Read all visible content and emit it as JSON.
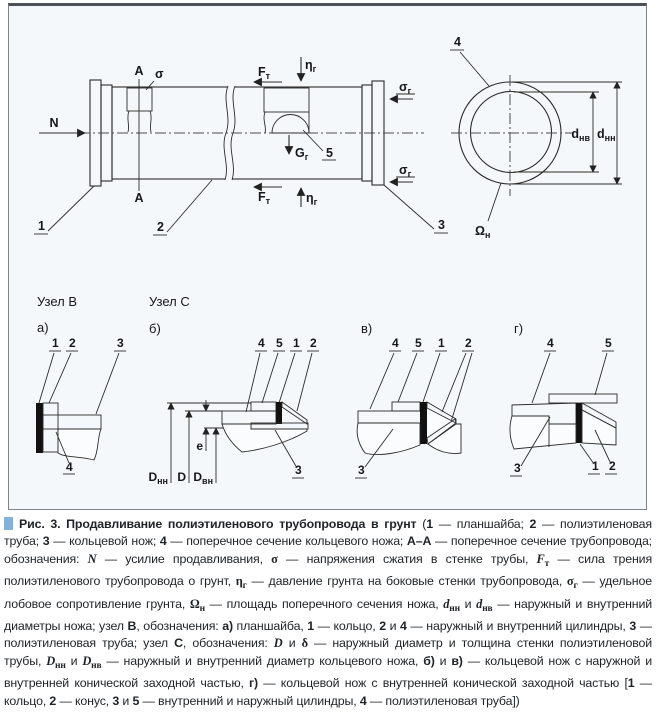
{
  "colors": {
    "panel_bg": "#f5f8fa",
    "pipe_fill": "#e4ebf1",
    "plate_fill": "#edf3f8",
    "ring_hatch_bg": "#d8e6f0",
    "inner_circle": "#e9e9e9",
    "caption_marker": "#7fb3d9",
    "line": "#2b2b2b"
  },
  "diagram": {
    "main": {
      "n_force": "N",
      "section_top": "A",
      "section_bottom": "A",
      "sigma": "σ",
      "ft_top": {
        "m": "F",
        "s": "т"
      },
      "ft_bottom": {
        "m": "F",
        "s": "т"
      },
      "eta_top": {
        "m": "η",
        "s": "г"
      },
      "eta_bottom": {
        "m": "η",
        "s": "г"
      },
      "sigma_g_top": {
        "m": "σ",
        "s": "г"
      },
      "sigma_g_bottom": {
        "m": "σ",
        "s": "г"
      },
      "g_soil": {
        "m": "G",
        "s": "г"
      },
      "item1": "1",
      "item2": "2",
      "item3": "3",
      "item5": "5"
    },
    "section": {
      "item4": "4",
      "d_inner": {
        "m": "d",
        "s": "нв"
      },
      "d_outer": {
        "m": "d",
        "s": "нн"
      },
      "omega": {
        "m": "Ω",
        "s": "н"
      }
    },
    "details": {
      "node_b": "Узел B",
      "node_c": "Узел C",
      "a_lbl": "а)",
      "b_lbl": "б)",
      "v_lbl": "в)",
      "g_lbl": "г)",
      "a": {
        "i1": "1",
        "i2": "2",
        "i3": "3",
        "i4": "4"
      },
      "b": {
        "i4": "4",
        "i5": "5",
        "i1": "1",
        "i2": "2",
        "i3": "3",
        "e": "e",
        "d_nn": {
          "m": "D",
          "s": "нн"
        },
        "d": "D",
        "d_vn": {
          "m": "D",
          "s": "вн"
        }
      },
      "v": {
        "i4": "4",
        "i5": "5",
        "i1": "1",
        "i2": "2",
        "i3": "3"
      },
      "g": {
        "i4": "4",
        "i5": "5",
        "i3": "3",
        "i1": "1",
        "i2": "2"
      }
    }
  },
  "caption": {
    "runs": [
      {
        "t": "Рис. 3. Продавливание полиэтиленового трубопровода в грунт",
        "b": 1
      },
      {
        "t": " ("
      },
      {
        "t": "1",
        "b": 1
      },
      {
        "t": " — планшайба; "
      },
      {
        "t": "2",
        "b": 1
      },
      {
        "t": " — полиэтиленовая труба; "
      },
      {
        "t": "3",
        "b": 1
      },
      {
        "t": " — кольцевой нож; "
      },
      {
        "t": "4",
        "b": 1
      },
      {
        "t": " — поперечное сечение кольцевого ножа; "
      },
      {
        "t": "А–А",
        "b": 1
      },
      {
        "t": " — поперечное сечение трубопровода; обозначения: "
      },
      {
        "t": "N",
        "l": 1
      },
      {
        "t": " — усилие продавливания, "
      },
      {
        "t": "σ",
        "g": 1
      },
      {
        "t": " — напряжения сжатия в стенке трубы, "
      },
      {
        "t": "F",
        "l": 1
      },
      {
        "t": "т",
        "sub": 1
      },
      {
        "t": " — сила трения полиэтиленового трубопровода о грунт, "
      },
      {
        "t": "η",
        "g": 1
      },
      {
        "t": "г",
        "sub": 1
      },
      {
        "t": " — давление грунта на боковые стенки трубопровода, "
      },
      {
        "t": "σ",
        "g": 1
      },
      {
        "t": "г",
        "sub": 1
      },
      {
        "t": " — удельное лобовое сопротивление грунта, "
      },
      {
        "t": "Ω",
        "g": 1
      },
      {
        "t": "н",
        "sub": 1
      },
      {
        "t": " — площадь поперечного сечения ножа, "
      },
      {
        "t": "d",
        "l": 1
      },
      {
        "t": "нн",
        "sub": 1
      },
      {
        "t": " и "
      },
      {
        "t": "d",
        "l": 1
      },
      {
        "t": "нв",
        "sub": 1
      },
      {
        "t": " — наружный и внутренний диаметры ножа; узел "
      },
      {
        "t": "B",
        "b": 1
      },
      {
        "t": ", обозначения: "
      },
      {
        "t": "а)",
        "b": 1
      },
      {
        "t": " планшайба, "
      },
      {
        "t": "1",
        "b": 1
      },
      {
        "t": " — кольцо, "
      },
      {
        "t": "2",
        "b": 1
      },
      {
        "t": " и "
      },
      {
        "t": "4",
        "b": 1
      },
      {
        "t": " — наружный и внутренний цилиндры, "
      },
      {
        "t": "3",
        "b": 1
      },
      {
        "t": " — полиэтиленовая труба; узел "
      },
      {
        "t": "C",
        "b": 1
      },
      {
        "t": ", обозначения: "
      },
      {
        "t": "D",
        "l": 1
      },
      {
        "t": " и "
      },
      {
        "t": "δ",
        "g": 1
      },
      {
        "t": " — наружный диаметр и толщина стенки полиэтиленовой трубы, "
      },
      {
        "t": "D",
        "l": 1
      },
      {
        "t": "нн",
        "sub": 1
      },
      {
        "t": " и "
      },
      {
        "t": "D",
        "l": 1
      },
      {
        "t": "нв",
        "sub": 1
      },
      {
        "t": " — наружный и внутренний диаметр кольцевого ножа, "
      },
      {
        "t": "б)",
        "b": 1
      },
      {
        "t": " и "
      },
      {
        "t": "в)",
        "b": 1
      },
      {
        "t": " — кольцевой нож с наружной и внутренней конической заходной частью, "
      },
      {
        "t": "г)",
        "b": 1
      },
      {
        "t": " — кольцевой нож с внутренней конической заходной частью ["
      },
      {
        "t": "1",
        "b": 1
      },
      {
        "t": " — кольцо, "
      },
      {
        "t": "2",
        "b": 1
      },
      {
        "t": " — конус, "
      },
      {
        "t": "3",
        "b": 1
      },
      {
        "t": " и "
      },
      {
        "t": "5",
        "b": 1
      },
      {
        "t": " — внутренний и наружный цилиндры, "
      },
      {
        "t": "4",
        "b": 1
      },
      {
        "t": " — полиэтиленовая труба])"
      }
    ]
  }
}
